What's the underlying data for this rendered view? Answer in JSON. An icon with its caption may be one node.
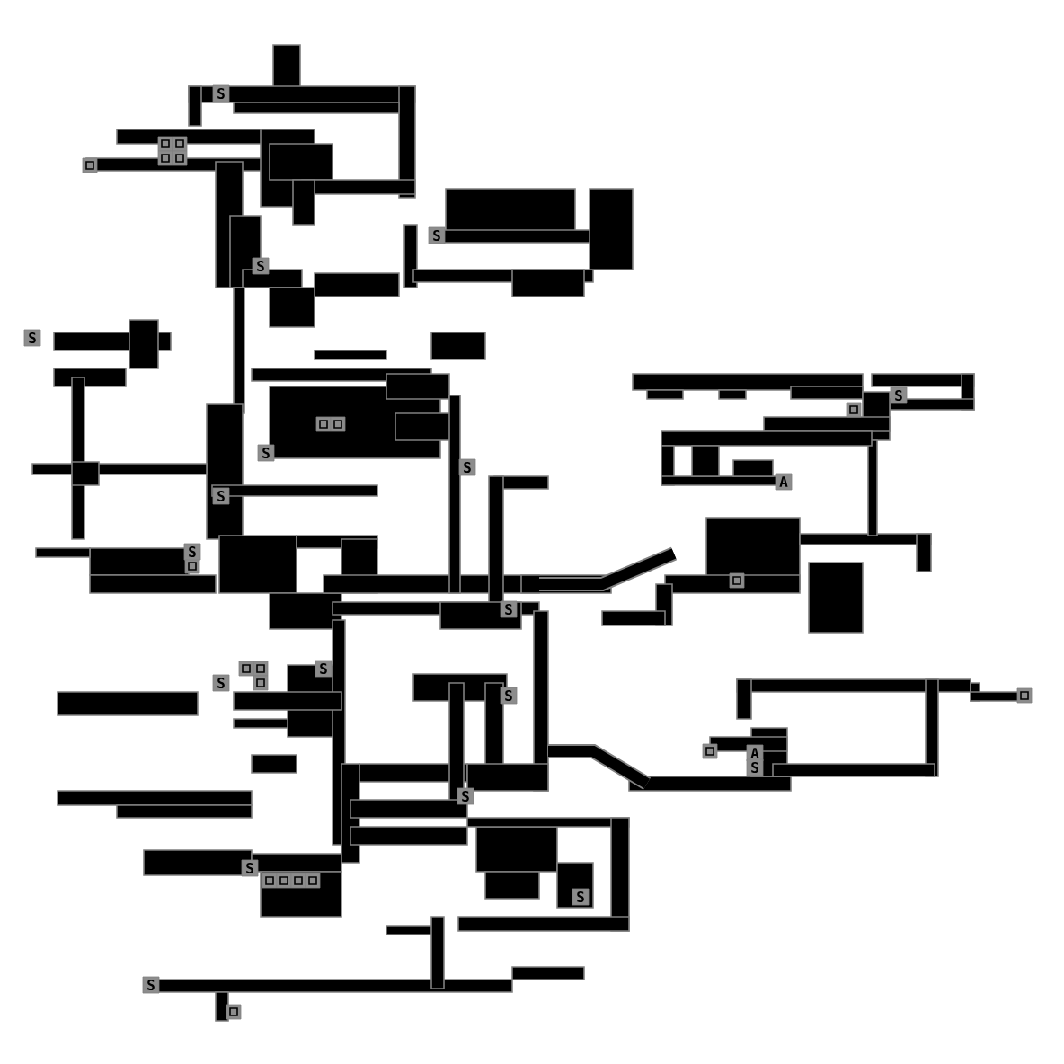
{
  "diagram": {
    "labels": [
      "S",
      "S",
      "S",
      "S",
      "S",
      "S",
      "S",
      "A",
      "S",
      "S",
      "S",
      "S",
      "S",
      "S",
      "A",
      "S",
      "S",
      "S",
      "S",
      "S"
    ]
  }
}
